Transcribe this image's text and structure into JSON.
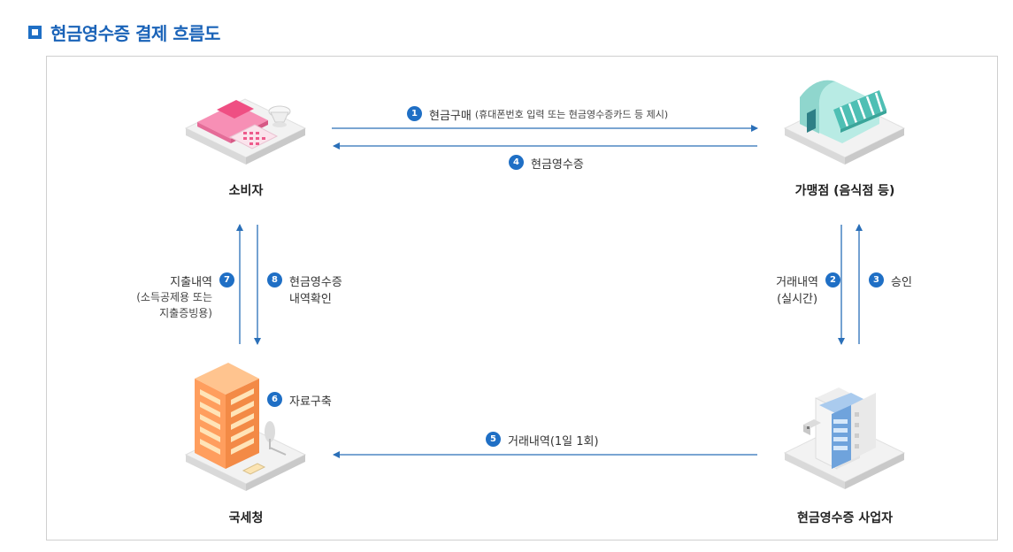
{
  "title": "현금영수증 결제 흐름도",
  "nodes": {
    "consumer": "소비자",
    "merchant": "가맹점 (음식점 등)",
    "nts": "국세청",
    "operator": "현금영수증 사업자"
  },
  "flows": {
    "f1": {
      "num": "1",
      "label": "현금구매",
      "sub": "(휴대폰번호 입력 또는 현금영수증카드 등 제시)"
    },
    "f2": {
      "num": "2",
      "line1": "거래내역",
      "line2": "(실시간)"
    },
    "f3": {
      "num": "3",
      "label": "승인"
    },
    "f4": {
      "num": "4",
      "label": "현금영수증"
    },
    "f5": {
      "num": "5",
      "label": "거래내역(1일 1회)"
    },
    "f6": {
      "num": "6",
      "label": "자료구축"
    },
    "f7": {
      "num": "7",
      "label": "지출내역",
      "sub1": "(소득공제용 또는",
      "sub2": "지출증빙용)"
    },
    "f8": {
      "num": "8",
      "line1": "현금영수증",
      "line2": "내역확인"
    }
  },
  "colors": {
    "accent": "#1f6fc5",
    "arrow": "#2a6fb8"
  }
}
